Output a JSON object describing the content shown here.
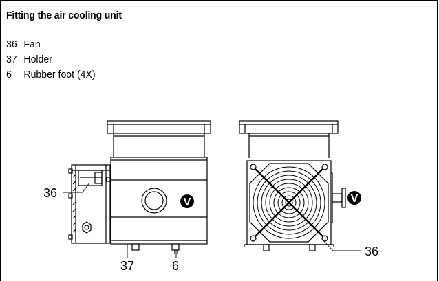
{
  "title": "Fitting the air cooling unit",
  "legend": [
    {
      "num": "36",
      "text": "Fan"
    },
    {
      "num": "37",
      "text": "Holder"
    },
    {
      "num": "6",
      "text": "Rubber foot (4X)"
    }
  ],
  "callouts": {
    "left_fan": "36",
    "left_holder": "37",
    "left_foot": "6",
    "left_v": "V",
    "right_fan": "36",
    "right_v": "V"
  }
}
